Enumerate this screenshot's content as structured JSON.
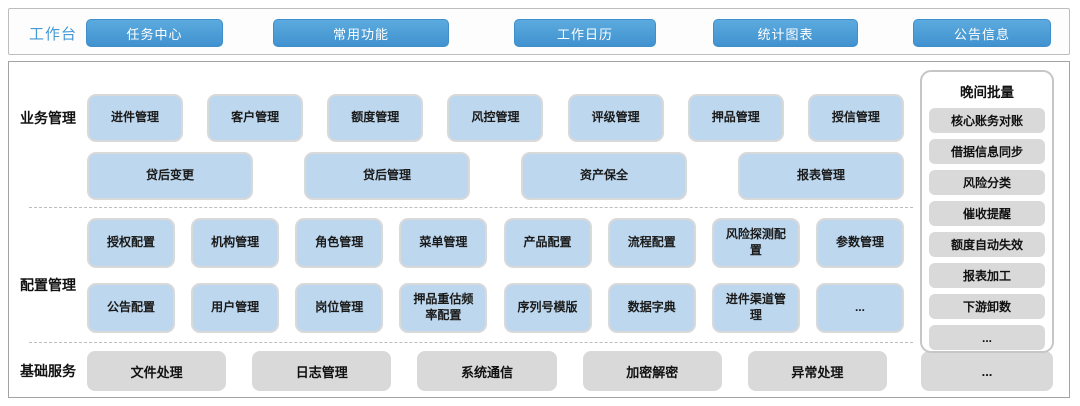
{
  "workbench": {
    "label": "工作台",
    "buttons": [
      "任务中心",
      "常用功能",
      "工作日历",
      "统计图表",
      "公告信息"
    ]
  },
  "sections": {
    "business": {
      "label": "业务管理",
      "row1": [
        "进件管理",
        "客户管理",
        "额度管理",
        "风控管理",
        "评级管理",
        "押品管理",
        "授信管理"
      ],
      "row2": [
        "贷后变更",
        "贷后管理",
        "资产保全",
        "报表管理"
      ]
    },
    "config": {
      "label": "配置管理",
      "row1": [
        "授权配置",
        "机构管理",
        "角色管理",
        "菜单管理",
        "产品配置",
        "流程配置",
        "风险探测配置",
        "参数管理"
      ],
      "row2": [
        "公告配置",
        "用户管理",
        "岗位管理",
        "押品重估频率配置",
        "序列号模版",
        "数据字典",
        "进件渠道管理",
        "..."
      ]
    },
    "base": {
      "label": "基础服务",
      "items": [
        "文件处理",
        "日志管理",
        "系统通信",
        "加密解密",
        "异常处理"
      ],
      "more": "..."
    }
  },
  "night_batch": {
    "title": "晚间批量",
    "items": [
      "核心账务对账",
      "借据信息同步",
      "风险分类",
      "催收提醒",
      "额度自动失效",
      "报表加工",
      "下游卸数",
      "..."
    ]
  },
  "colors": {
    "button_blue": "#4A9DD8",
    "label_blue": "#4599D5",
    "module_blue": "#BDD7EE",
    "box_gray": "#D9D9D9",
    "border_gray": "#C6C6C6"
  }
}
